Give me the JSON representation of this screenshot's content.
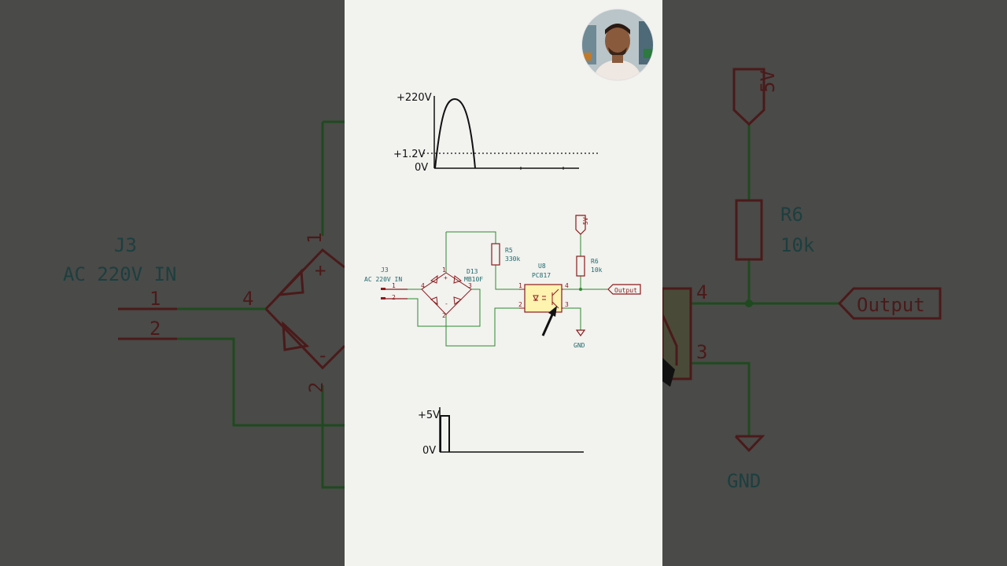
{
  "waveform_top": {
    "peak_label": "+220V",
    "threshold_label": "+1.2V",
    "zero_label": "0V"
  },
  "waveform_bottom": {
    "high_label": "+5V",
    "zero_label": "0V"
  },
  "schematic": {
    "connector": {
      "ref": "J3",
      "value": "AC 220V IN",
      "pin1": "1",
      "pin2": "2"
    },
    "bridge": {
      "ref": "D13",
      "value": "MB10F",
      "pin1": "1",
      "pin2": "2",
      "pin3": "3",
      "pin4": "4",
      "plus": "+",
      "minus": "-"
    },
    "r5": {
      "ref": "R5",
      "value": "330k"
    },
    "r6": {
      "ref": "R6",
      "value": "10k"
    },
    "opto": {
      "ref": "U8",
      "value": "PC817",
      "pin1": "1",
      "pin2": "2",
      "pin3": "3",
      "pin4": "4"
    },
    "supply": "5V",
    "ground": "GND",
    "output": "Output"
  },
  "colors": {
    "wire": "#2f8a2f",
    "symbol": "#8b1a1a",
    "label": "#1f6a6a",
    "opto_fill": "#fff3b0",
    "background_overlay": "#4a4a48"
  }
}
